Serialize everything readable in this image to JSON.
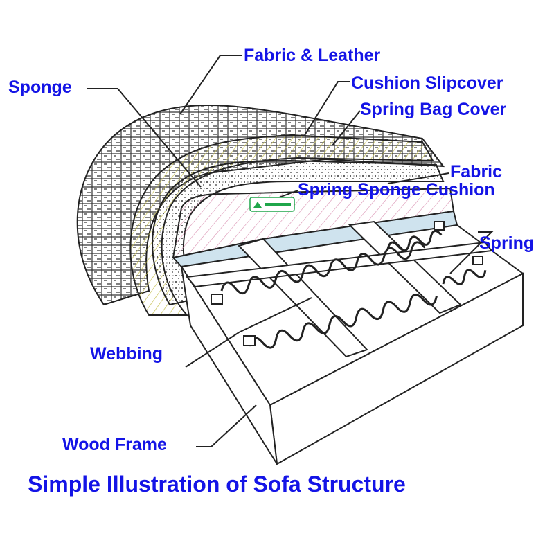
{
  "diagram": {
    "caption": "Simple Illustration of Sofa Structure",
    "labels": {
      "fabric_leather": "Fabric & Leather",
      "sponge": "Sponge",
      "cushion_slipcover": "Cushion Slipcover",
      "spring_bag_cover": "Spring Bag Cover",
      "fabric": "Fabric",
      "spring_sponge_cushion": "Spring Sponge Cushion",
      "spring": "Spring",
      "webbing": "Webbing",
      "wood_frame": "Wood Frame"
    },
    "colors": {
      "label_text": "#1414e6",
      "line_art": "#222222",
      "inner_cushion_hatch": "#d98fb0",
      "yellow_layer_hatch": "#c9c35a",
      "fabric_band": "#cfe3ee",
      "logo_green": "#1fa64a"
    }
  }
}
